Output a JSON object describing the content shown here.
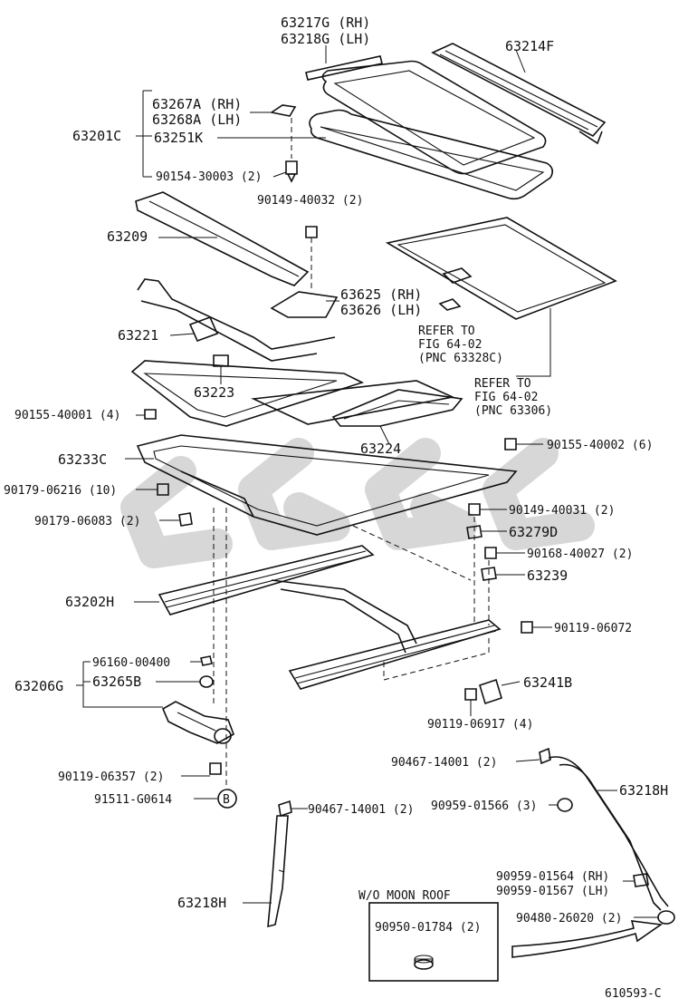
{
  "labels": {
    "p63217g": "63217G (RH)",
    "p63218g": "63218G (LH)",
    "p63214f": "63214F",
    "p63267a": "63267A (RH)",
    "p63268a": "63268A (LH)",
    "p63201c": "63201C",
    "p63251k": "63251K",
    "p90154": "90154-30003 (2)",
    "p90149a": "90149-40032 (2)",
    "p63209": "63209",
    "p63625": "63625 (RH)",
    "p63626": "63626 (LH)",
    "refer1a": "REFER TO",
    "refer1b": "FIG 64-02",
    "refer1c": "(PNC 63328C)",
    "refer2a": "REFER TO",
    "refer2b": "FIG 64-02",
    "refer2c": "(PNC 63306)",
    "p63221": "63221",
    "p63223": "63223",
    "p90155a": "90155-40001 (4)",
    "p63224": "63224",
    "p90155b": "90155-40002 (6)",
    "p63233c": "63233C",
    "p90179a": "90179-06216 (10)",
    "p90149b": "90149-40031 (2)",
    "p90179b": "90179-06083 (2)",
    "p63279d": "63279D",
    "p90168": "90168-40027 (2)",
    "p63239": "63239",
    "p63202h": "63202H",
    "p90119a": "90119-06072",
    "p96160": "96160-00400",
    "p63206g": "63206G",
    "p63265b": "63265B",
    "p63241b": "63241B",
    "p90119b": "90119-06917 (4)",
    "p90119c": "90119-06357 (2)",
    "p91511": "91511-G0614",
    "circle_b": "B",
    "p90467a": "90467-14001 (2)",
    "p63218h_a": "63218H",
    "p90467b": "90467-14001 (2)",
    "p90959a": "90959-01566 (3)",
    "p90959b": "90959-01564 (RH)",
    "p90959c": "90959-01567 (LH)",
    "wo_moon_roof": "W/O MOON ROOF",
    "p90480": "90480-26020 (2)",
    "p90950": "90950-01784 (2)",
    "p63218h_b": "63218H",
    "figure_code": "610593-C"
  }
}
